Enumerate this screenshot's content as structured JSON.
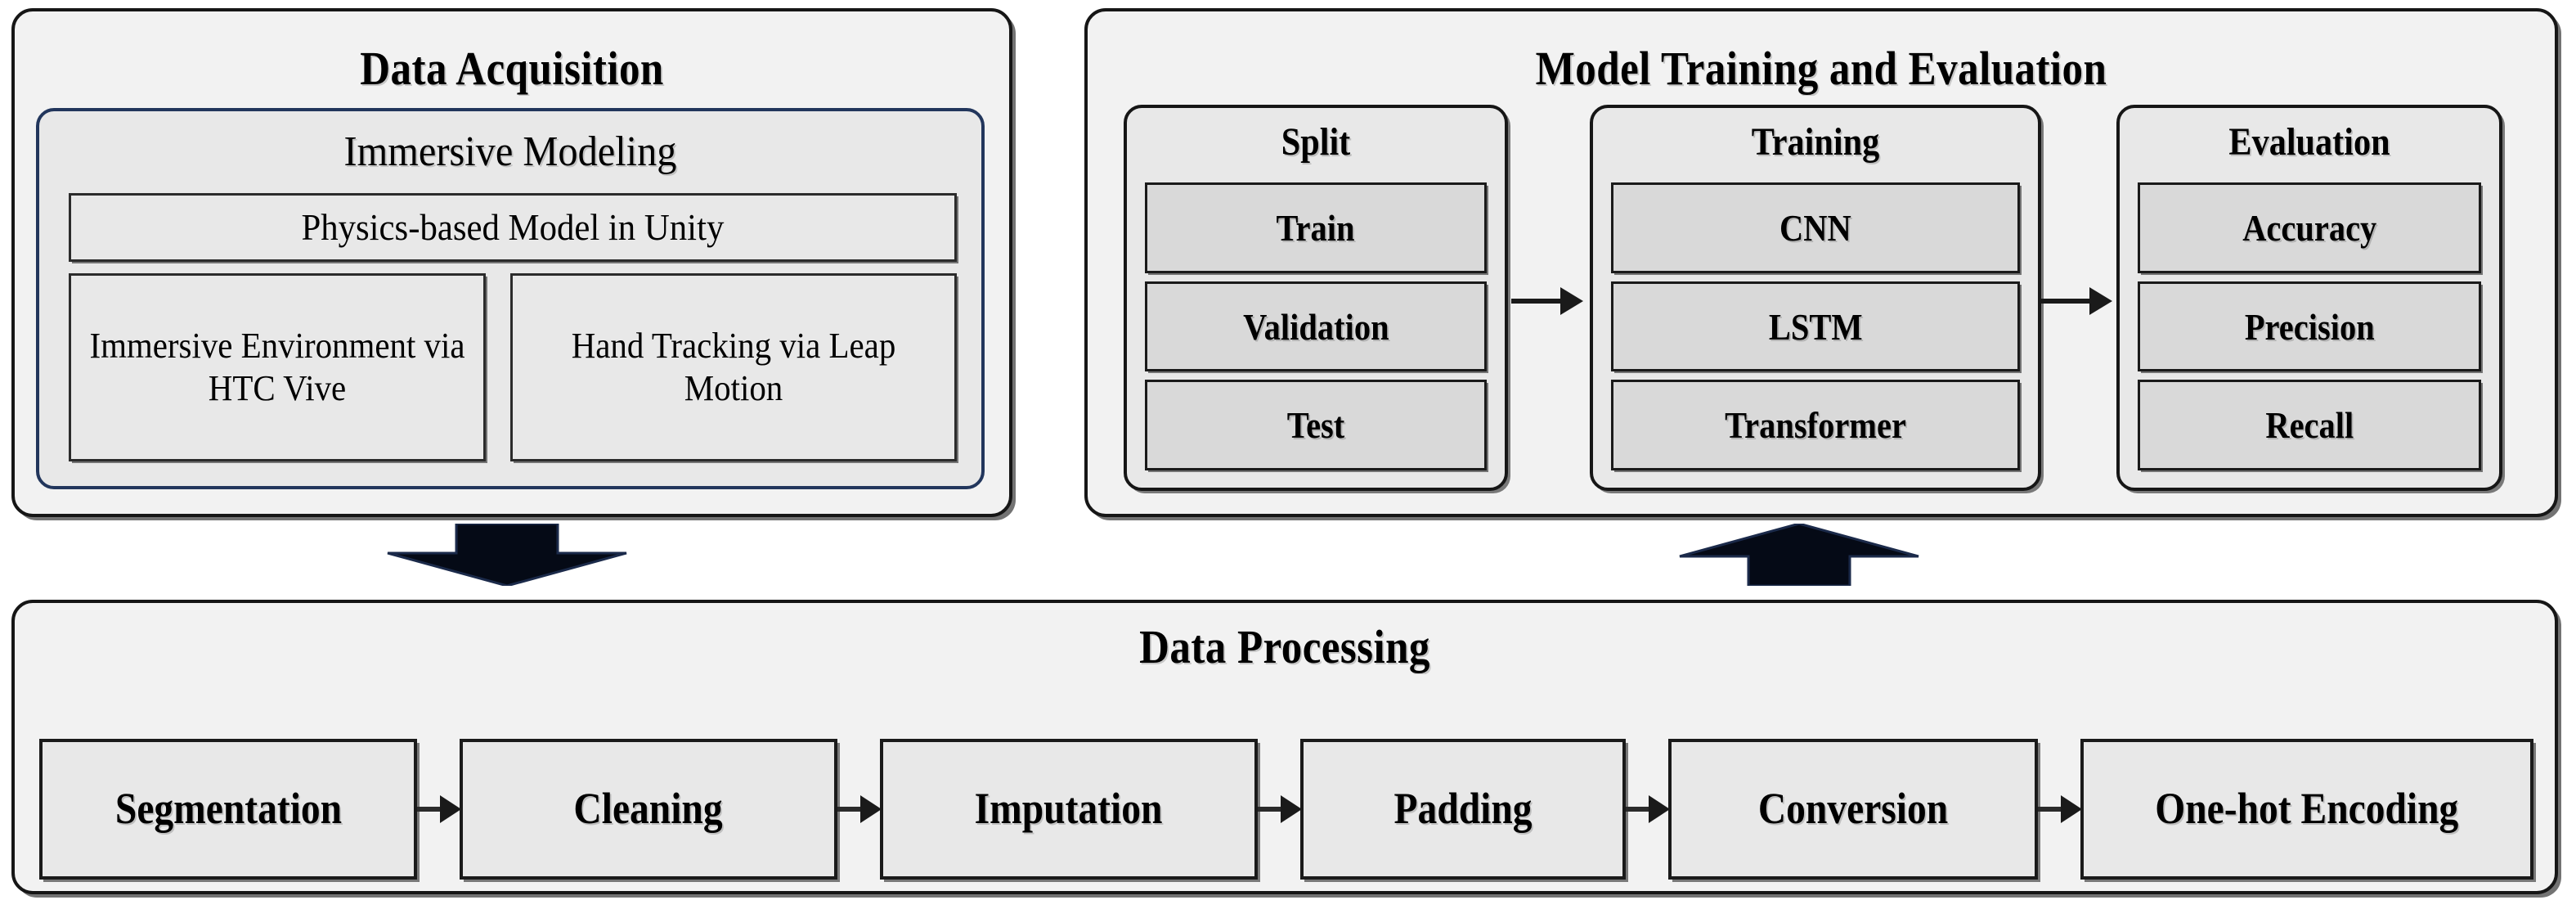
{
  "diagram": {
    "title_shown": false,
    "colors": {
      "panel_fill": "#f2f2f2",
      "subpanel_fill": "#e8e8e8",
      "chip_fill": "#d9d9d9",
      "border_dark": "#161616",
      "border_blue": "#22365c",
      "arrow_fill": "#050a16",
      "text": "#000000"
    }
  },
  "data_acquisition": {
    "title": "Data Acquisition",
    "immersive_modeling": {
      "title": "Immersive Modeling",
      "physics_model": "Physics-based Model in Unity",
      "environment": "Immersive Environment via HTC Vive",
      "hand_tracking": "Hand Tracking via Leap Motion"
    }
  },
  "model_training_and_evaluation": {
    "title": "Model Training and Evaluation",
    "groups": [
      {
        "title": "Split",
        "items": [
          "Train",
          "Validation",
          "Test"
        ]
      },
      {
        "title": "Training",
        "items": [
          "CNN",
          "LSTM",
          "Transformer"
        ]
      },
      {
        "title": "Evaluation",
        "items": [
          "Accuracy",
          "Precision",
          "Recall"
        ]
      }
    ]
  },
  "data_processing": {
    "title": "Data Processing",
    "steps": [
      "Segmentation",
      "Cleaning",
      "Imputation",
      "Padding",
      "Conversion",
      "One-hot Encoding"
    ]
  },
  "flow_arrows": [
    {
      "name": "acquisition-to-processing",
      "direction": "down",
      "style": "block"
    },
    {
      "name": "processing-to-training",
      "direction": "up",
      "style": "block"
    },
    {
      "name": "split-to-training",
      "direction": "right",
      "style": "line"
    },
    {
      "name": "training-to-evaluation",
      "direction": "right",
      "style": "line"
    }
  ]
}
